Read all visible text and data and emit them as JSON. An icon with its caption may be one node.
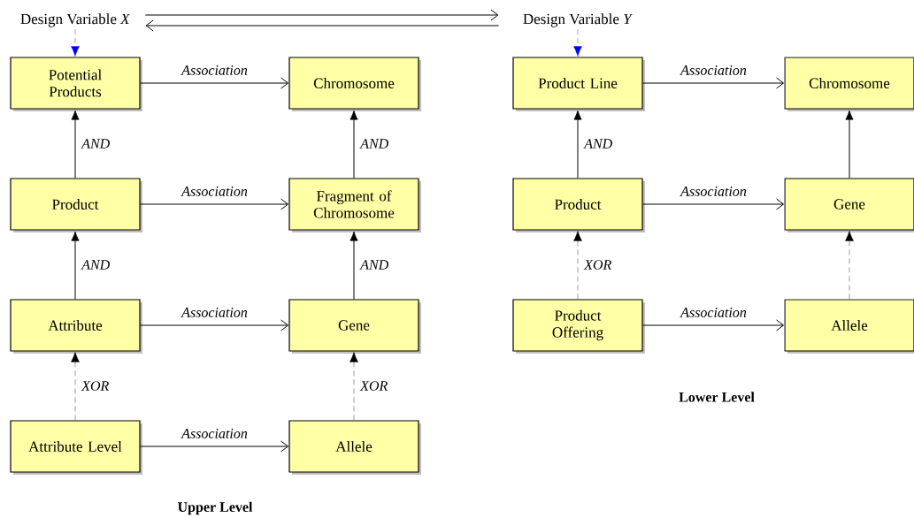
{
  "diagram": {
    "nodes": [
      {
        "text": [
          "Design Variable *X*"
        ]
      },
      {
        "text": [
          "Design Variable *Y*"
        ]
      },
      {
        "text": [
          "Potential Products"
        ]
      },
      {
        "text": [
          "Chromosome"
        ]
      },
      {
        "text": [
          "Product"
        ]
      },
      {
        "text": [
          "Fragment of Chromosome"
        ]
      },
      {
        "text": [
          "Attribute"
        ]
      },
      {
        "text": [
          "Gene"
        ]
      },
      {
        "text": [
          "Attribute Level"
        ]
      },
      {
        "text": [
          "Allele"
        ]
      },
      {
        "text": [
          "Product Line"
        ]
      },
      {
        "text": [
          "Chromosome"
        ]
      },
      {
        "text": [
          "Product"
        ]
      },
      {
        "text": [
          "Gene"
        ]
      },
      {
        "text": [
          "Product Offering"
        ]
      },
      {
        "text": [
          "Allele"
        ]
      }
    ],
    "edges": [
      {
        "from": 0,
        "to": 1,
        "arrow": "to"
      },
      {
        "from": 1,
        "to": 0,
        "arrow": "to"
      },
      {
        "from": 0,
        "to": 2,
        "arrow": "to",
        "style": "dashed",
        "color": "#0000ff"
      },
      {
        "from": 1,
        "to": 10,
        "arrow": "to",
        "style": "dashed",
        "color": "#0000ff"
      },
      {
        "from": 2,
        "to": 3,
        "arrow": "to",
        "label": "Association"
      },
      {
        "from": 4,
        "to": 2,
        "arrow": "to",
        "label": "AND"
      },
      {
        "from": 4,
        "to": 5,
        "arrow": "to",
        "label": "Association"
      },
      {
        "from": 5,
        "to": 3,
        "arrow": "to",
        "label": "AND"
      },
      {
        "from": 6,
        "to": 4,
        "arrow": "to",
        "label": "AND"
      },
      {
        "from": 6,
        "to": 7,
        "arrow": "to",
        "label": "Association"
      },
      {
        "from": 7,
        "to": 5,
        "arrow": "to",
        "label": "AND"
      },
      {
        "from": 8,
        "to": 6,
        "arrow": "to",
        "label": "XOR",
        "style": "dashed"
      },
      {
        "from": 8,
        "to": 9,
        "arrow": "to",
        "label": "Association"
      },
      {
        "from": 9,
        "to": 7,
        "arrow": "to",
        "label": "XOR",
        "style": "dashed"
      },
      {
        "from": 10,
        "to": 11,
        "arrow": "to",
        "label": "Association"
      },
      {
        "from": 12,
        "to": 10,
        "arrow": "to",
        "label": "AND"
      },
      {
        "from": 12,
        "to": 13,
        "arrow": "to",
        "label": "Association"
      },
      {
        "from": 13,
        "to": 11,
        "arrow": "to"
      },
      {
        "from": 14,
        "to": 12,
        "arrow": "to",
        "label": "XOR",
        "style": "dashed"
      },
      {
        "from": 14,
        "to": 15,
        "arrow": "to",
        "label": "Association"
      },
      {
        "from": 15,
        "to": 13,
        "arrow": "to",
        "style": "dashed"
      }
    ],
    "labels": [
      "Upper Level",
      "Lower Level"
    ]
  }
}
